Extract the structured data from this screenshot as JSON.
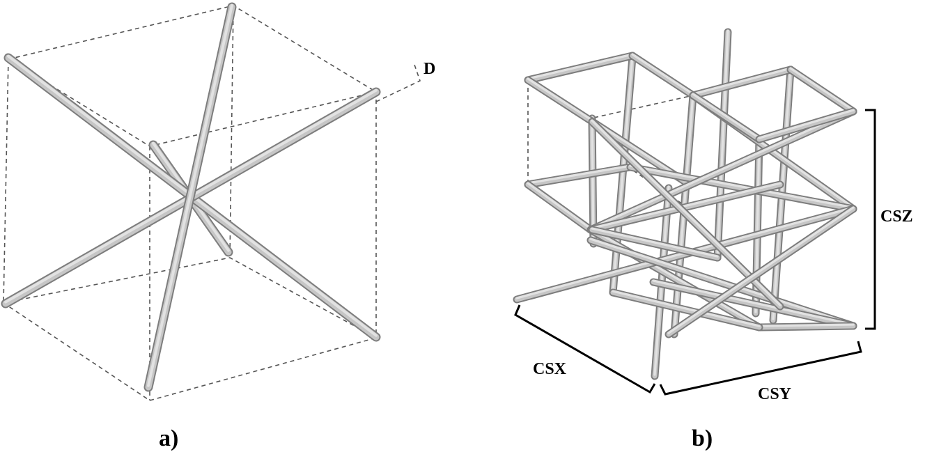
{
  "figure": {
    "panel_a": {
      "label": "a)",
      "diameter_label": "D"
    },
    "panel_b": {
      "label": "b)",
      "cell_size_x": "CSX",
      "cell_size_y": "CSY",
      "cell_size_z": "CSZ"
    }
  }
}
